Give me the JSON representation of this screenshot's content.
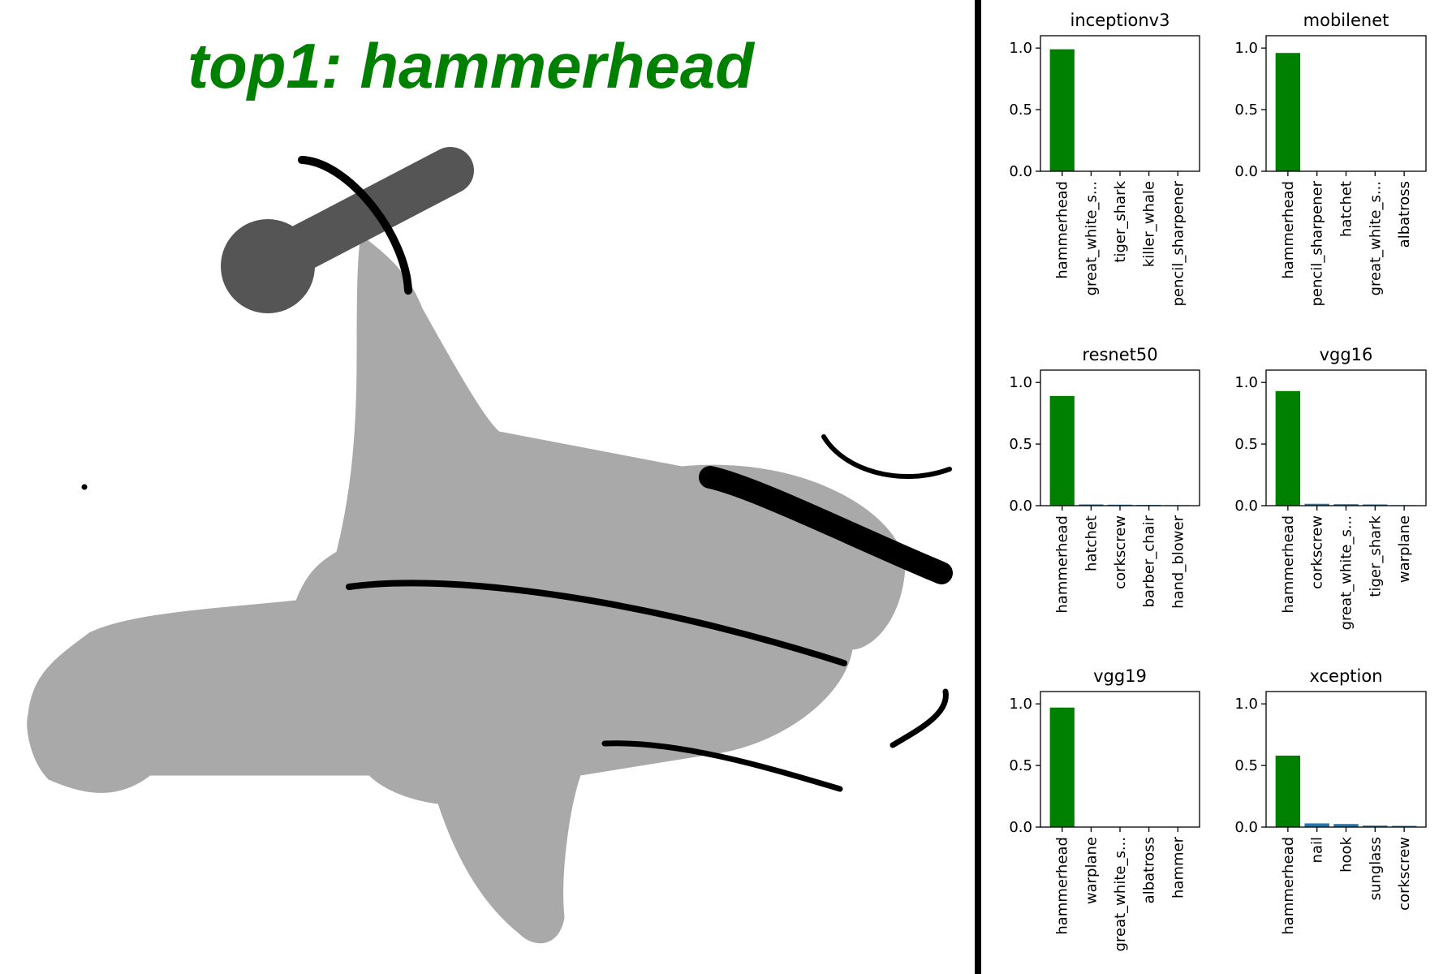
{
  "title": "top1: hammerhead",
  "colors": {
    "title": "#008000",
    "top_bar": "#008000",
    "other_bar": "#1f77b4",
    "body_gray": "#a9a9a9",
    "dark_gray": "#555555",
    "stroke": "#000000"
  },
  "chart_data": [
    {
      "type": "bar",
      "title": "inceptionv3",
      "categories": [
        "hammerhead",
        "great_white_s...",
        "tiger_shark",
        "killer_whale",
        "pencil_sharpener"
      ],
      "values": [
        0.99,
        0.003,
        0.002,
        0.001,
        0.001
      ],
      "ylim": [
        0,
        1.1
      ],
      "yticks": [
        "0.0",
        "0.5",
        "1.0"
      ]
    },
    {
      "type": "bar",
      "title": "mobilenet",
      "categories": [
        "hammerhead",
        "pencil_sharpener",
        "hatchet",
        "great_white_s...",
        "albatross"
      ],
      "values": [
        0.96,
        0.003,
        0.002,
        0.001,
        0.001
      ],
      "ylim": [
        0,
        1.1
      ],
      "yticks": [
        "0.0",
        "0.5",
        "1.0"
      ]
    },
    {
      "type": "bar",
      "title": "resnet50",
      "categories": [
        "hammerhead",
        "hatchet",
        "corkscrew",
        "barber_chair",
        "hand_blower"
      ],
      "values": [
        0.89,
        0.01,
        0.008,
        0.006,
        0.004
      ],
      "ylim": [
        0,
        1.1
      ],
      "yticks": [
        "0.0",
        "0.5",
        "1.0"
      ]
    },
    {
      "type": "bar",
      "title": "vgg16",
      "categories": [
        "hammerhead",
        "corkscrew",
        "great_white_s...",
        "tiger_shark",
        "warplane"
      ],
      "values": [
        0.93,
        0.015,
        0.012,
        0.01,
        0.004
      ],
      "ylim": [
        0,
        1.1
      ],
      "yticks": [
        "0.0",
        "0.5",
        "1.0"
      ]
    },
    {
      "type": "bar",
      "title": "vgg19",
      "categories": [
        "hammerhead",
        "warplane",
        "great_white_s...",
        "albatross",
        "hammer"
      ],
      "values": [
        0.97,
        0.003,
        0.002,
        0.001,
        0.001
      ],
      "ylim": [
        0,
        1.1
      ],
      "yticks": [
        "0.0",
        "0.5",
        "1.0"
      ]
    },
    {
      "type": "bar",
      "title": "xception",
      "categories": [
        "hammerhead",
        "nail",
        "hook",
        "sunglass",
        "corkscrew"
      ],
      "values": [
        0.58,
        0.03,
        0.025,
        0.012,
        0.01
      ],
      "ylim": [
        0,
        1.1
      ],
      "yticks": [
        "0.0",
        "0.5",
        "1.0"
      ]
    }
  ]
}
